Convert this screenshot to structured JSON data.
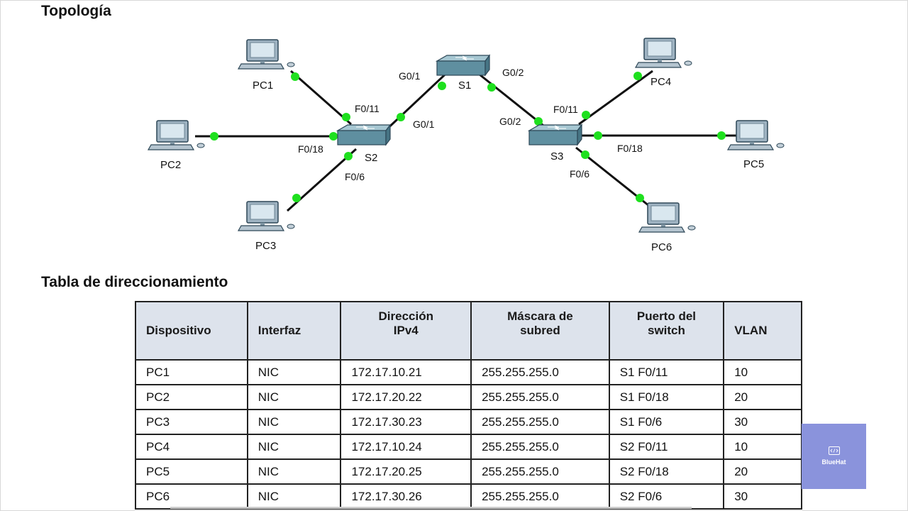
{
  "topology": {
    "title": "Topología",
    "devices": {
      "s1": "S1",
      "s2": "S2",
      "s3": "S3",
      "pc1": "PC1",
      "pc2": "PC2",
      "pc3": "PC3",
      "pc4": "PC4",
      "pc5": "PC5",
      "pc6": "PC6"
    },
    "ports": {
      "s1_g01": "G0/1",
      "s1_g02": "G0/2",
      "s2_g01": "G0/1",
      "s2_f011": "F0/11",
      "s2_f018": "F0/18",
      "s2_f06": "F0/6",
      "s3_g02": "G0/2",
      "s3_f011": "F0/11",
      "s3_f018": "F0/18",
      "s3_f06": "F0/6"
    },
    "link_up_color": "#1ee01e"
  },
  "addressing_table": {
    "title": "Tabla de direccionamiento",
    "headers": {
      "device": "Dispositivo",
      "interface": "Interfaz",
      "ipv4_1": "Dirección",
      "ipv4_2": "IPv4",
      "mask_1": "Máscara de",
      "mask_2": "subred",
      "port_1": "Puerto del",
      "port_2": "switch",
      "vlan": "VLAN"
    },
    "rows": [
      {
        "device": "PC1",
        "interface": "NIC",
        "ipv4": "172.17.10.21",
        "mask": "255.255.255.0",
        "port": "S1 F0/11",
        "vlan": "10"
      },
      {
        "device": "PC2",
        "interface": "NIC",
        "ipv4": "172.17.20.22",
        "mask": "255.255.255.0",
        "port": "S1 F0/18",
        "vlan": "20"
      },
      {
        "device": "PC3",
        "interface": "NIC",
        "ipv4": "172.17.30.23",
        "mask": "255.255.255.0",
        "port": "S1 F0/6",
        "vlan": "30"
      },
      {
        "device": "PC4",
        "interface": "NIC",
        "ipv4": "172.17.10.24",
        "mask": "255.255.255.0",
        "port": "S2 F0/11",
        "vlan": "10"
      },
      {
        "device": "PC5",
        "interface": "NIC",
        "ipv4": "172.17.20.25",
        "mask": "255.255.255.0",
        "port": "S2 F0/18",
        "vlan": "20"
      },
      {
        "device": "PC6",
        "interface": "NIC",
        "ipv4": "172.17.30.26",
        "mask": "255.255.255.0",
        "port": "S2 F0/6",
        "vlan": "30"
      }
    ]
  },
  "watermark": {
    "label": "BlueHat",
    "icon": "code-window-icon",
    "color": "#8a93dc"
  }
}
